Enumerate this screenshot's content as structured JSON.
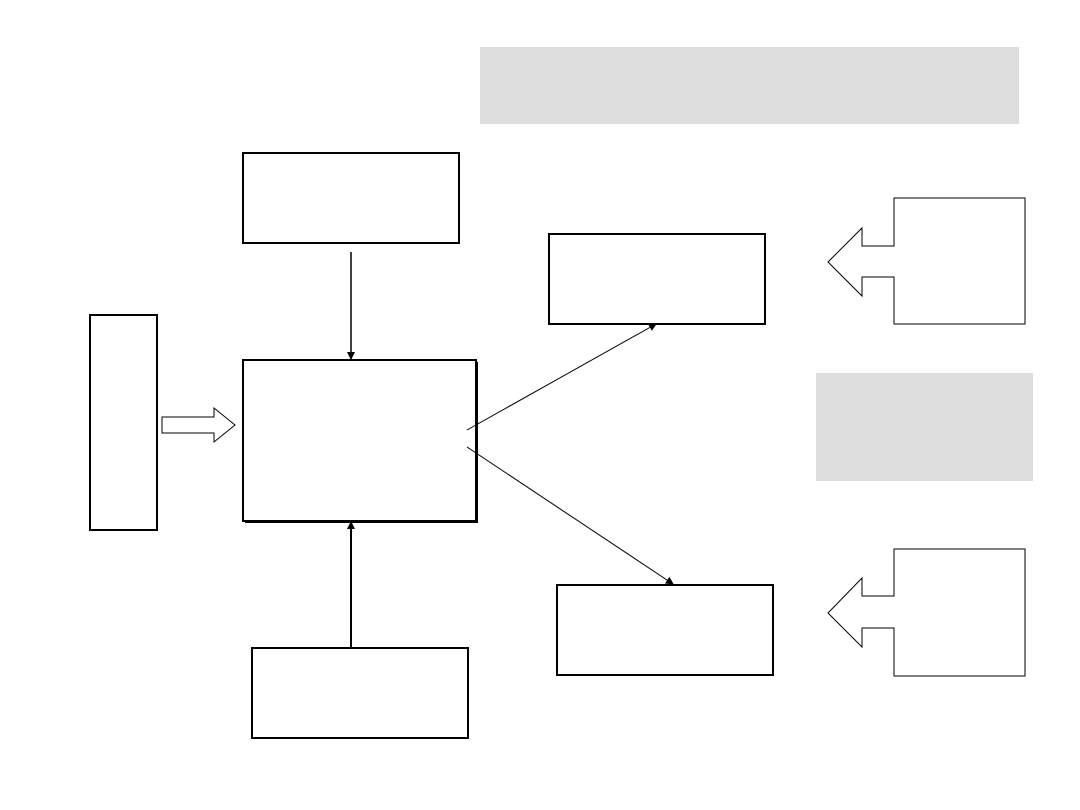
{
  "diagram": {
    "colors": {
      "background": "#ffffff",
      "stroke": "#000000",
      "shaded_box_fill": "#dddddd"
    },
    "boxes": {
      "top_banner": {
        "label": "",
        "fill": "shaded"
      },
      "input_top": {
        "label": ""
      },
      "left_tall": {
        "label": ""
      },
      "center_process": {
        "label": ""
      },
      "input_bottom": {
        "label": ""
      },
      "output_upper": {
        "label": ""
      },
      "output_lower": {
        "label": ""
      },
      "side_panel": {
        "label": "",
        "fill": "shaded"
      }
    },
    "callouts": {
      "upper_right": {
        "label": "",
        "shape": "left-arrow-callout"
      },
      "lower_right": {
        "label": "",
        "shape": "left-arrow-callout"
      }
    },
    "connectors": [
      {
        "from": "input_top",
        "to": "center_process",
        "style": "arrow"
      },
      {
        "from": "input_bottom",
        "to": "center_process",
        "style": "arrow"
      },
      {
        "from": "left_tall",
        "to": "center_process",
        "style": "block-arrow"
      },
      {
        "from": "center_process",
        "to": "output_upper",
        "style": "arrow"
      },
      {
        "from": "center_process",
        "to": "output_lower",
        "style": "arrow"
      }
    ]
  }
}
